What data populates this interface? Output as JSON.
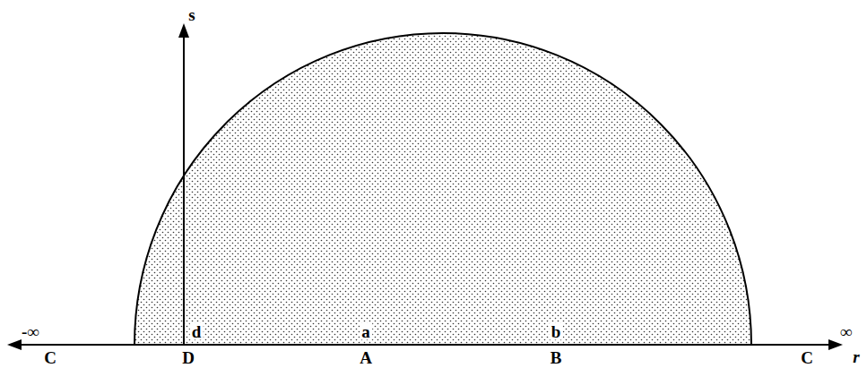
{
  "diagram": {
    "labels": [
      "s",
      "-∞",
      "∞",
      "r",
      "d",
      "a",
      "b",
      "C",
      "D",
      "A",
      "B",
      "C"
    ]
  }
}
